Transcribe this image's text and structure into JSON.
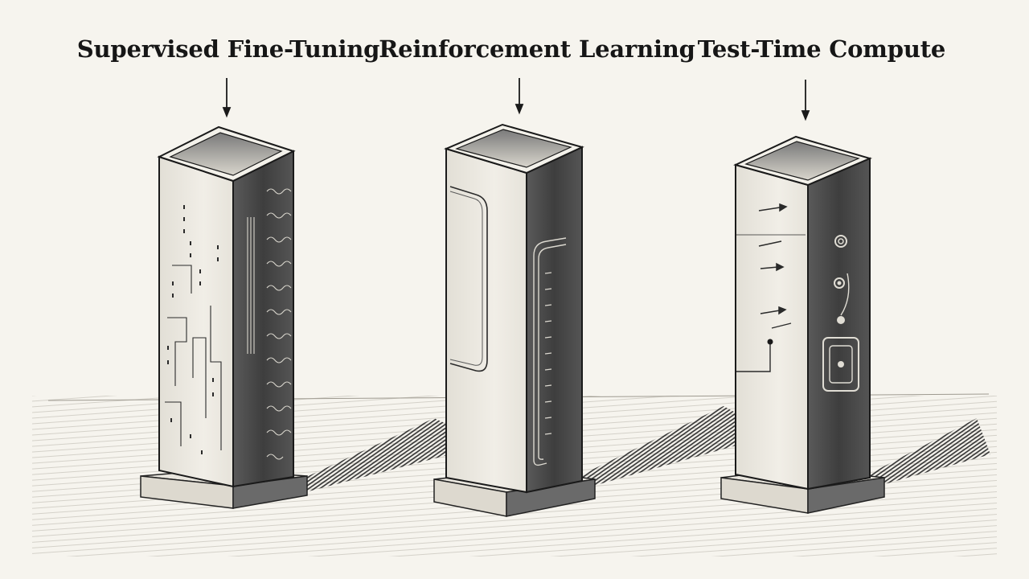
{
  "diagram": {
    "pillars": [
      {
        "id": "sft",
        "label": "Supervised Fine-Tuning"
      },
      {
        "id": "rl",
        "label": "Reinforcement Learning"
      },
      {
        "id": "ttc",
        "label": "Test-Time Compute"
      }
    ]
  },
  "colors": {
    "background": "#f6f4ee",
    "ink": "#161616",
    "front_face": "#ebe8e0",
    "side_face": "#4a4a4a"
  }
}
